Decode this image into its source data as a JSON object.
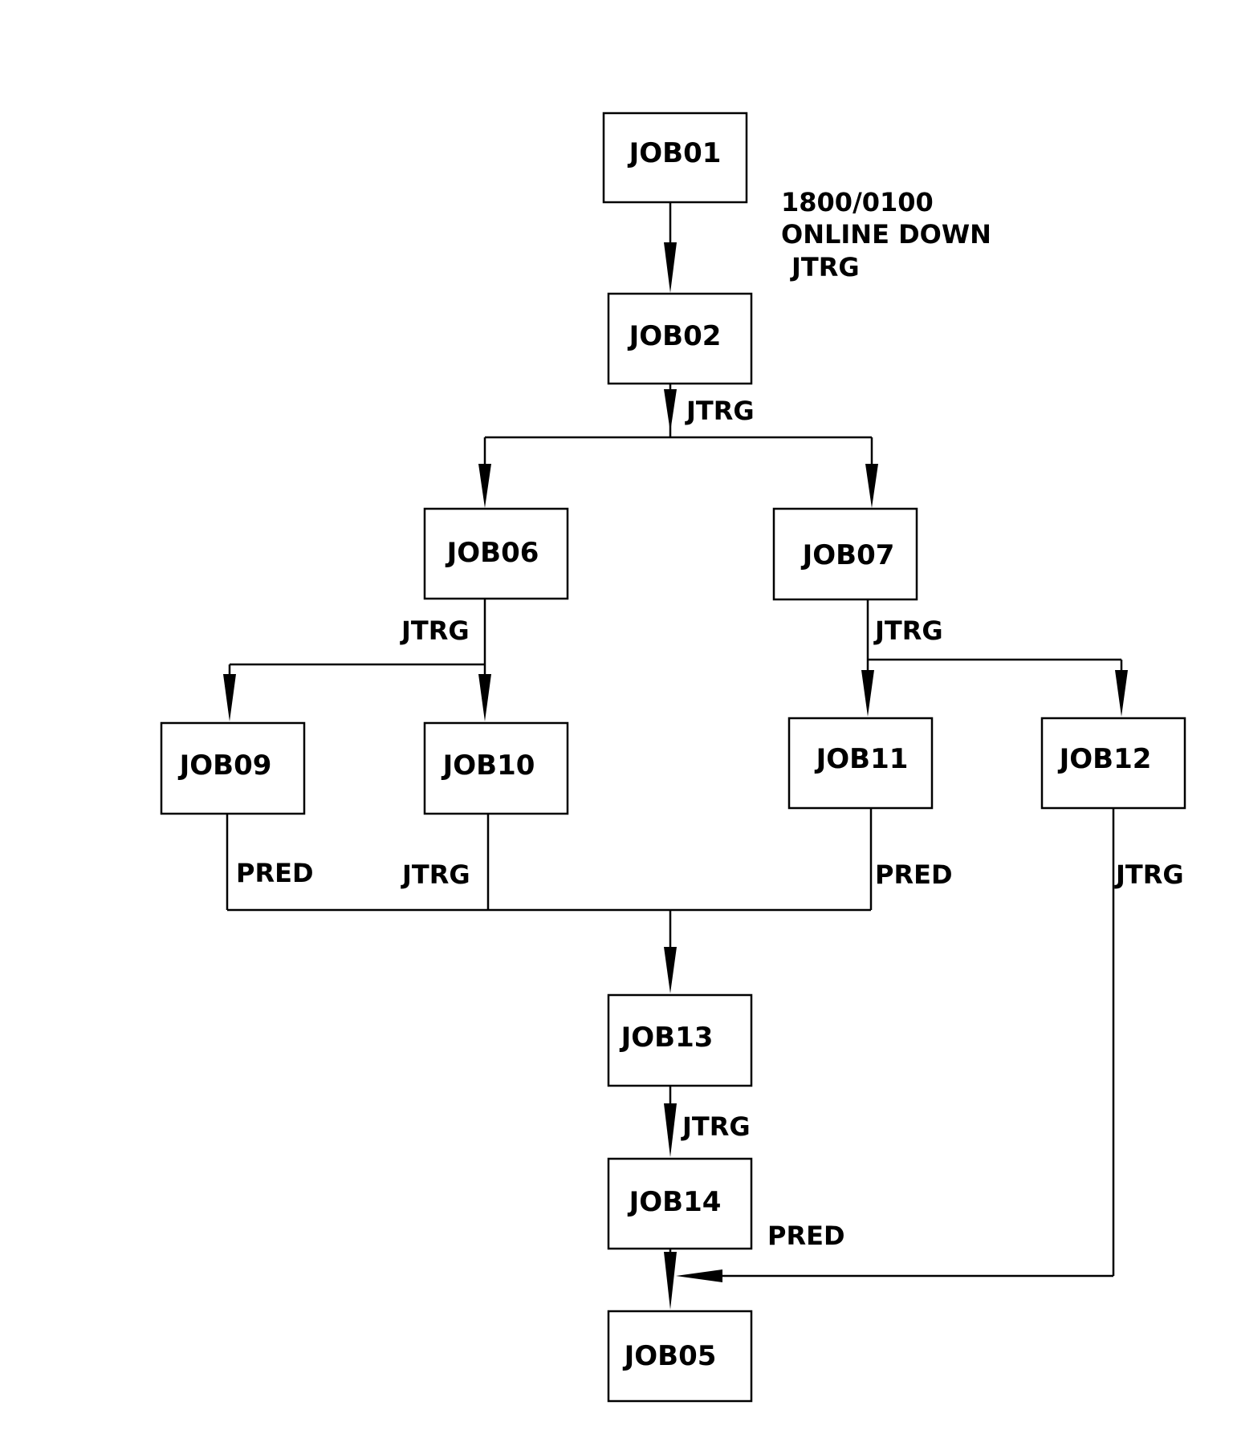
{
  "jobs": {
    "job01": "JOB01",
    "job02": "JOB02",
    "job06": "JOB06",
    "job07": "JOB07",
    "job09": "JOB09",
    "job10": "JOB10",
    "job11": "JOB11",
    "job12": "JOB12",
    "job13": "JOB13",
    "job14": "JOB14",
    "job05": "JOB05"
  },
  "schedule_note": {
    "line1": "1800/0100",
    "line2": "ONLINE DOWN",
    "line3": "JTRG"
  },
  "edge_labels": {
    "job02_out": "JTRG",
    "job06_out": "JTRG",
    "job07_out": "JTRG",
    "job09_out": "PRED",
    "job10_out": "JTRG",
    "job11_out": "PRED",
    "job12_out": "JTRG",
    "job13_out": "JTRG",
    "job14_out": "PRED"
  }
}
